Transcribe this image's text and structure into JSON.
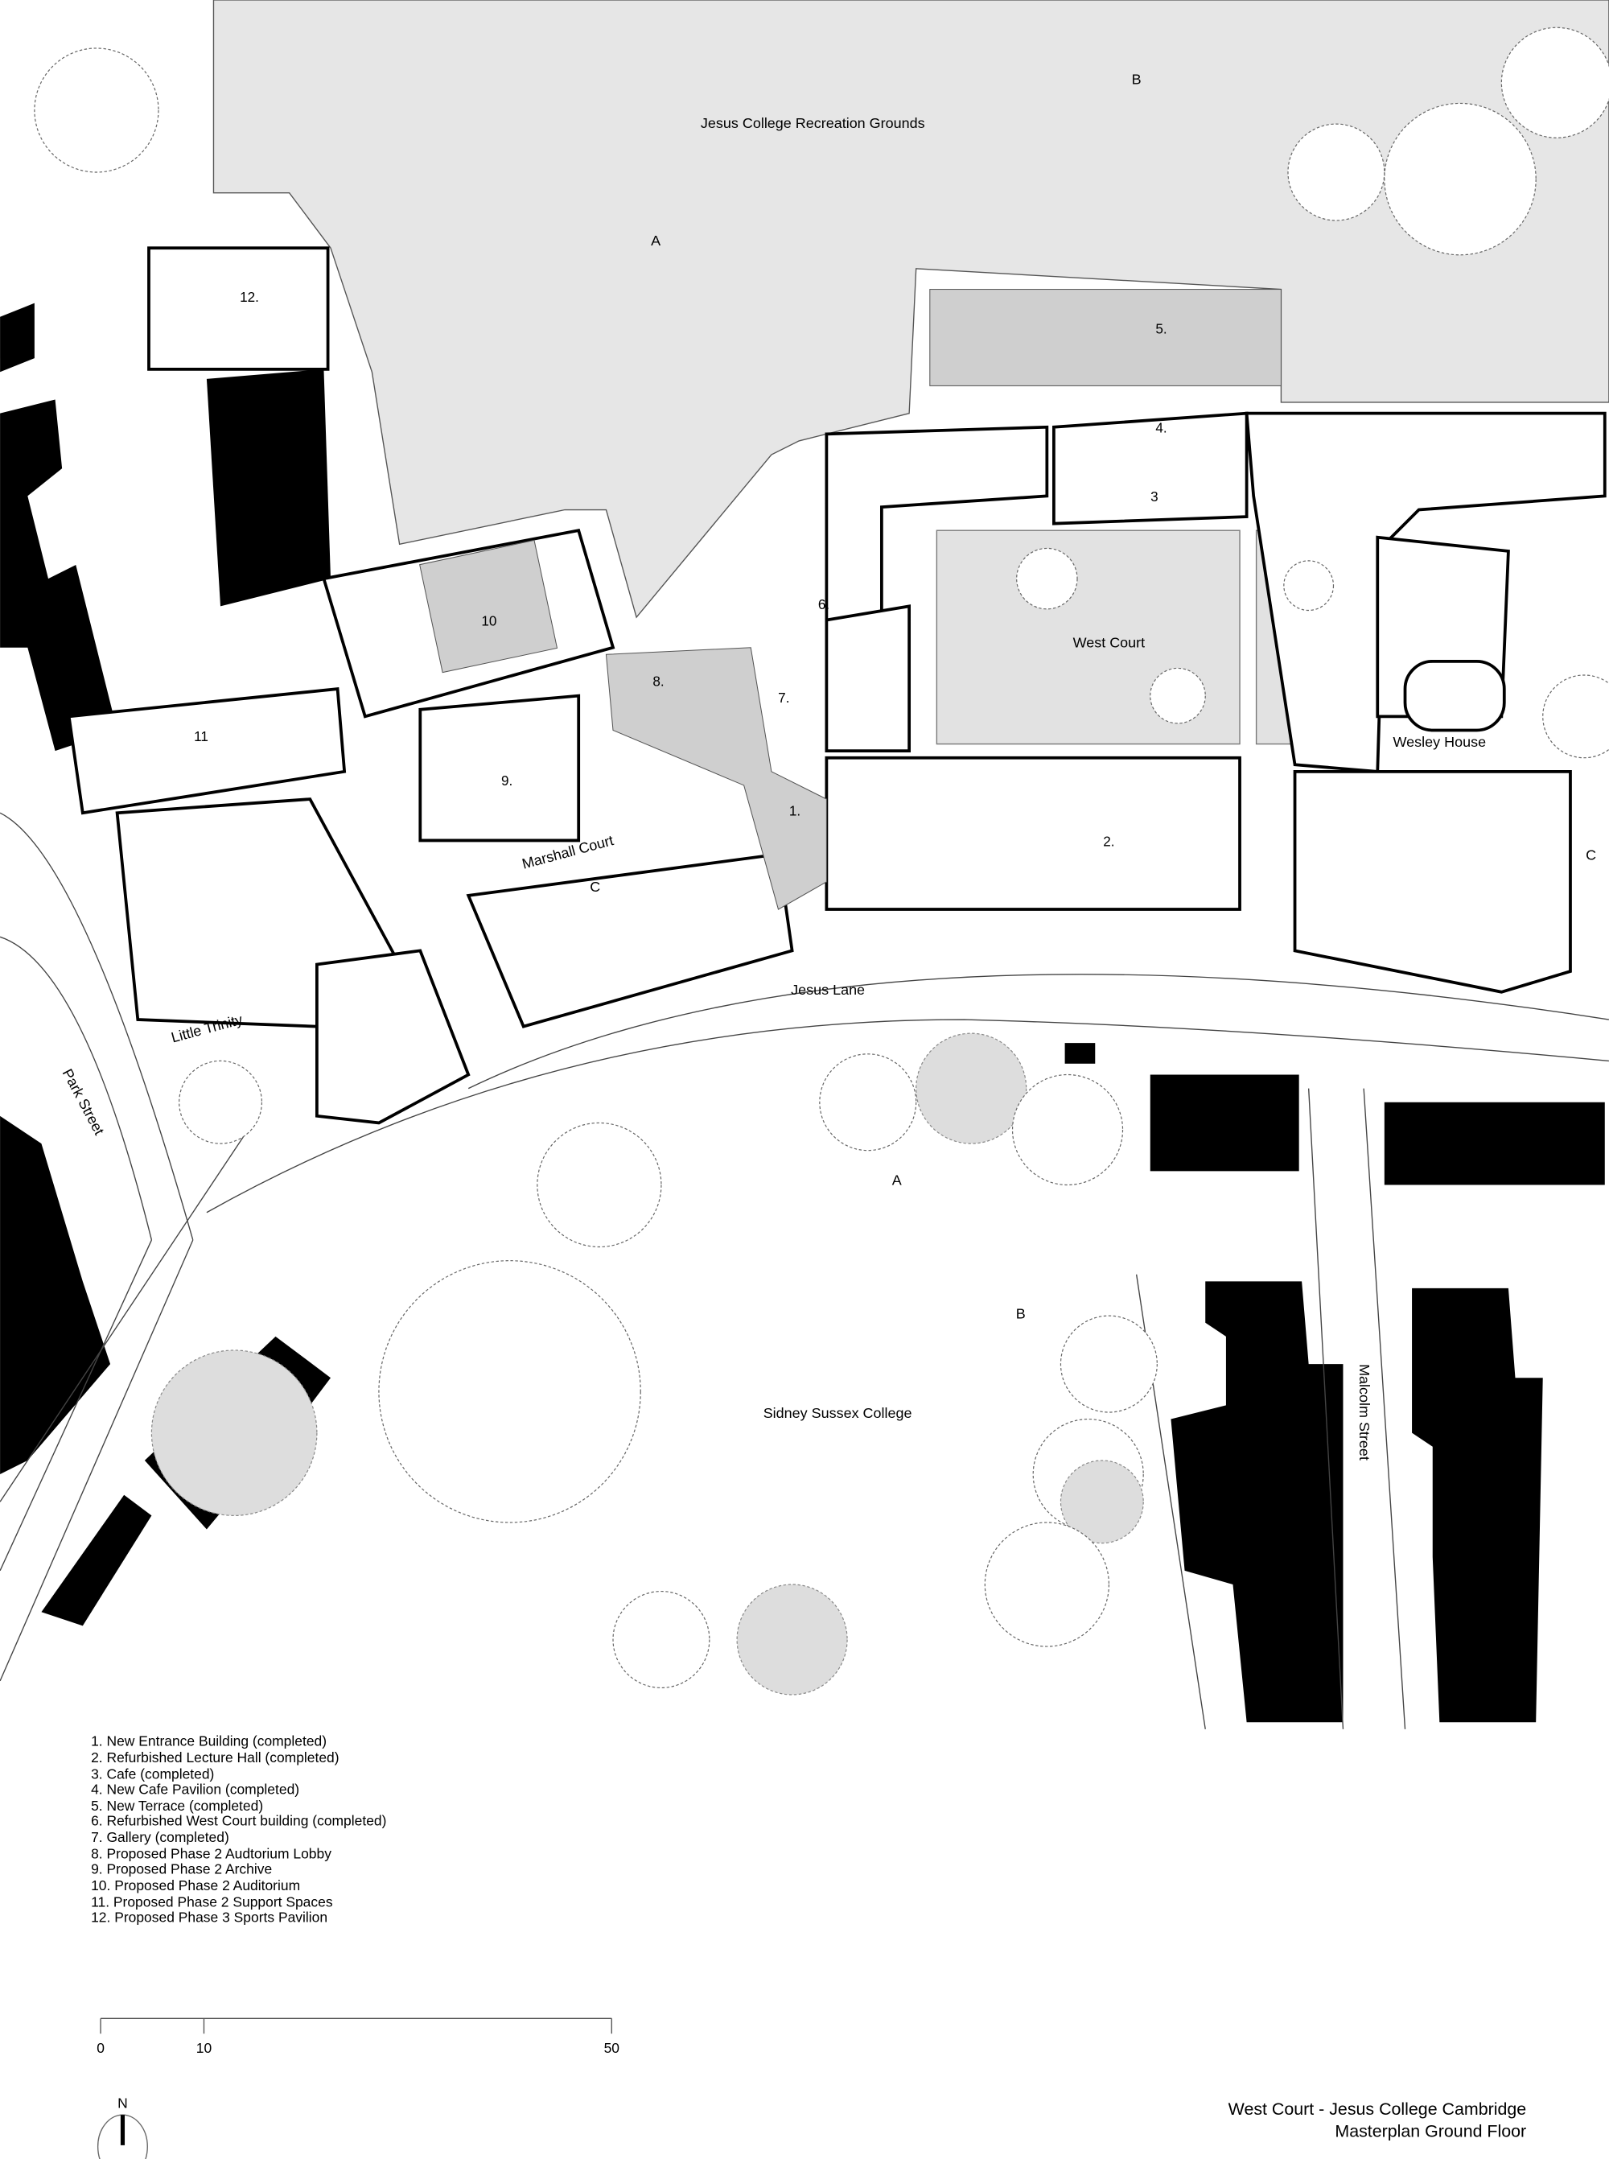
{
  "title": {
    "line1": "West Court - Jesus College Cambridge",
    "line2": "Masterplan Ground Floor"
  },
  "places": {
    "recreation_grounds": "Jesus College Recreation Grounds",
    "west_court": "West Court",
    "wesley_house": "Wesley House",
    "marshall_court": "Marshall Court",
    "jesus_lane": "Jesus Lane",
    "little_trinity": "Little Trinity",
    "park_street": "Park Street",
    "sidney_sussex": "Sidney Sussex College",
    "malcolm_street": "Malcolm Street"
  },
  "section_markers": {
    "a_top": "A",
    "b_top": "B",
    "a_bottom": "A",
    "b_bottom": "B",
    "c_right": "C",
    "c_left": "C"
  },
  "plan_numbers": {
    "n1": "1.",
    "n2": "2.",
    "n3": "3",
    "n4": "4.",
    "n5": "5.",
    "n6": "6.",
    "n7": "7.",
    "n8": "8.",
    "n9": "9.",
    "n10": "10",
    "n11": "11",
    "n12": "12."
  },
  "legend": [
    "1.  New Entrance Building (completed)",
    "2.  Refurbished Lecture Hall (completed)",
    "3.  Cafe (completed)",
    "4.  New Cafe Pavilion (completed)",
    "5.  New Terrace (completed)",
    "6.  Refurbished West Court building (completed)",
    "7.  Gallery (completed)",
    "8.  Proposed Phase 2 Audtorium Lobby",
    "9.  Proposed Phase 2 Archive",
    "10. Proposed Phase 2 Auditorium",
    "11. Proposed Phase 2 Support Spaces",
    "12. Proposed Phase 3 Sports Pavilion"
  ],
  "scale_bar": {
    "ticks": [
      "0",
      "10",
      "50"
    ]
  },
  "north_arrow": {
    "label": "N"
  },
  "colors": {
    "ground_grey": "#e6e6e6",
    "building_black": "#000000",
    "court_grey": "#e2e2e2"
  }
}
